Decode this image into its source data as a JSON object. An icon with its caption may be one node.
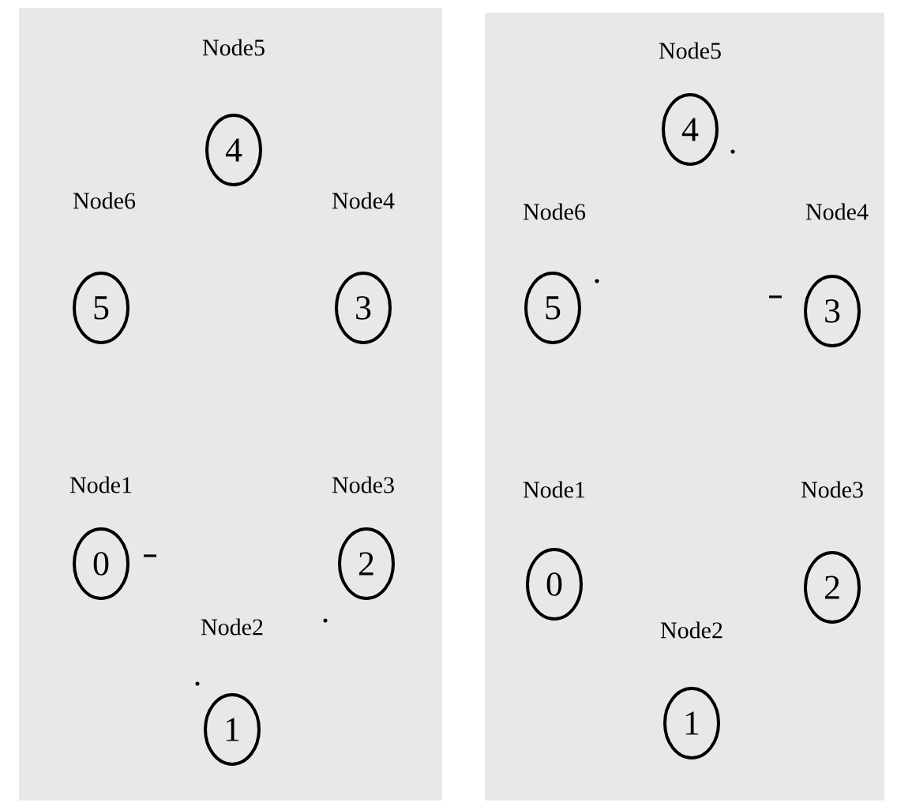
{
  "diagram": {
    "nodes": [
      {
        "text": [
          "Node5",
          "4"
        ]
      },
      {
        "text": [
          "Node6",
          "5"
        ]
      },
      {
        "text": [
          "Node4",
          "3"
        ]
      },
      {
        "text": [
          "Node1",
          "0"
        ]
      },
      {
        "text": [
          "Node3",
          "2"
        ]
      },
      {
        "text": [
          "Node2",
          "1"
        ]
      },
      {
        "text": [
          "Node5",
          "4"
        ]
      },
      {
        "text": [
          "Node6",
          "5"
        ]
      },
      {
        "text": [
          "Node4",
          "3"
        ]
      },
      {
        "text": [
          "Node1",
          "0"
        ]
      },
      {
        "text": [
          "Node3",
          "2"
        ]
      },
      {
        "text": [
          "Node2",
          "1"
        ]
      }
    ]
  }
}
